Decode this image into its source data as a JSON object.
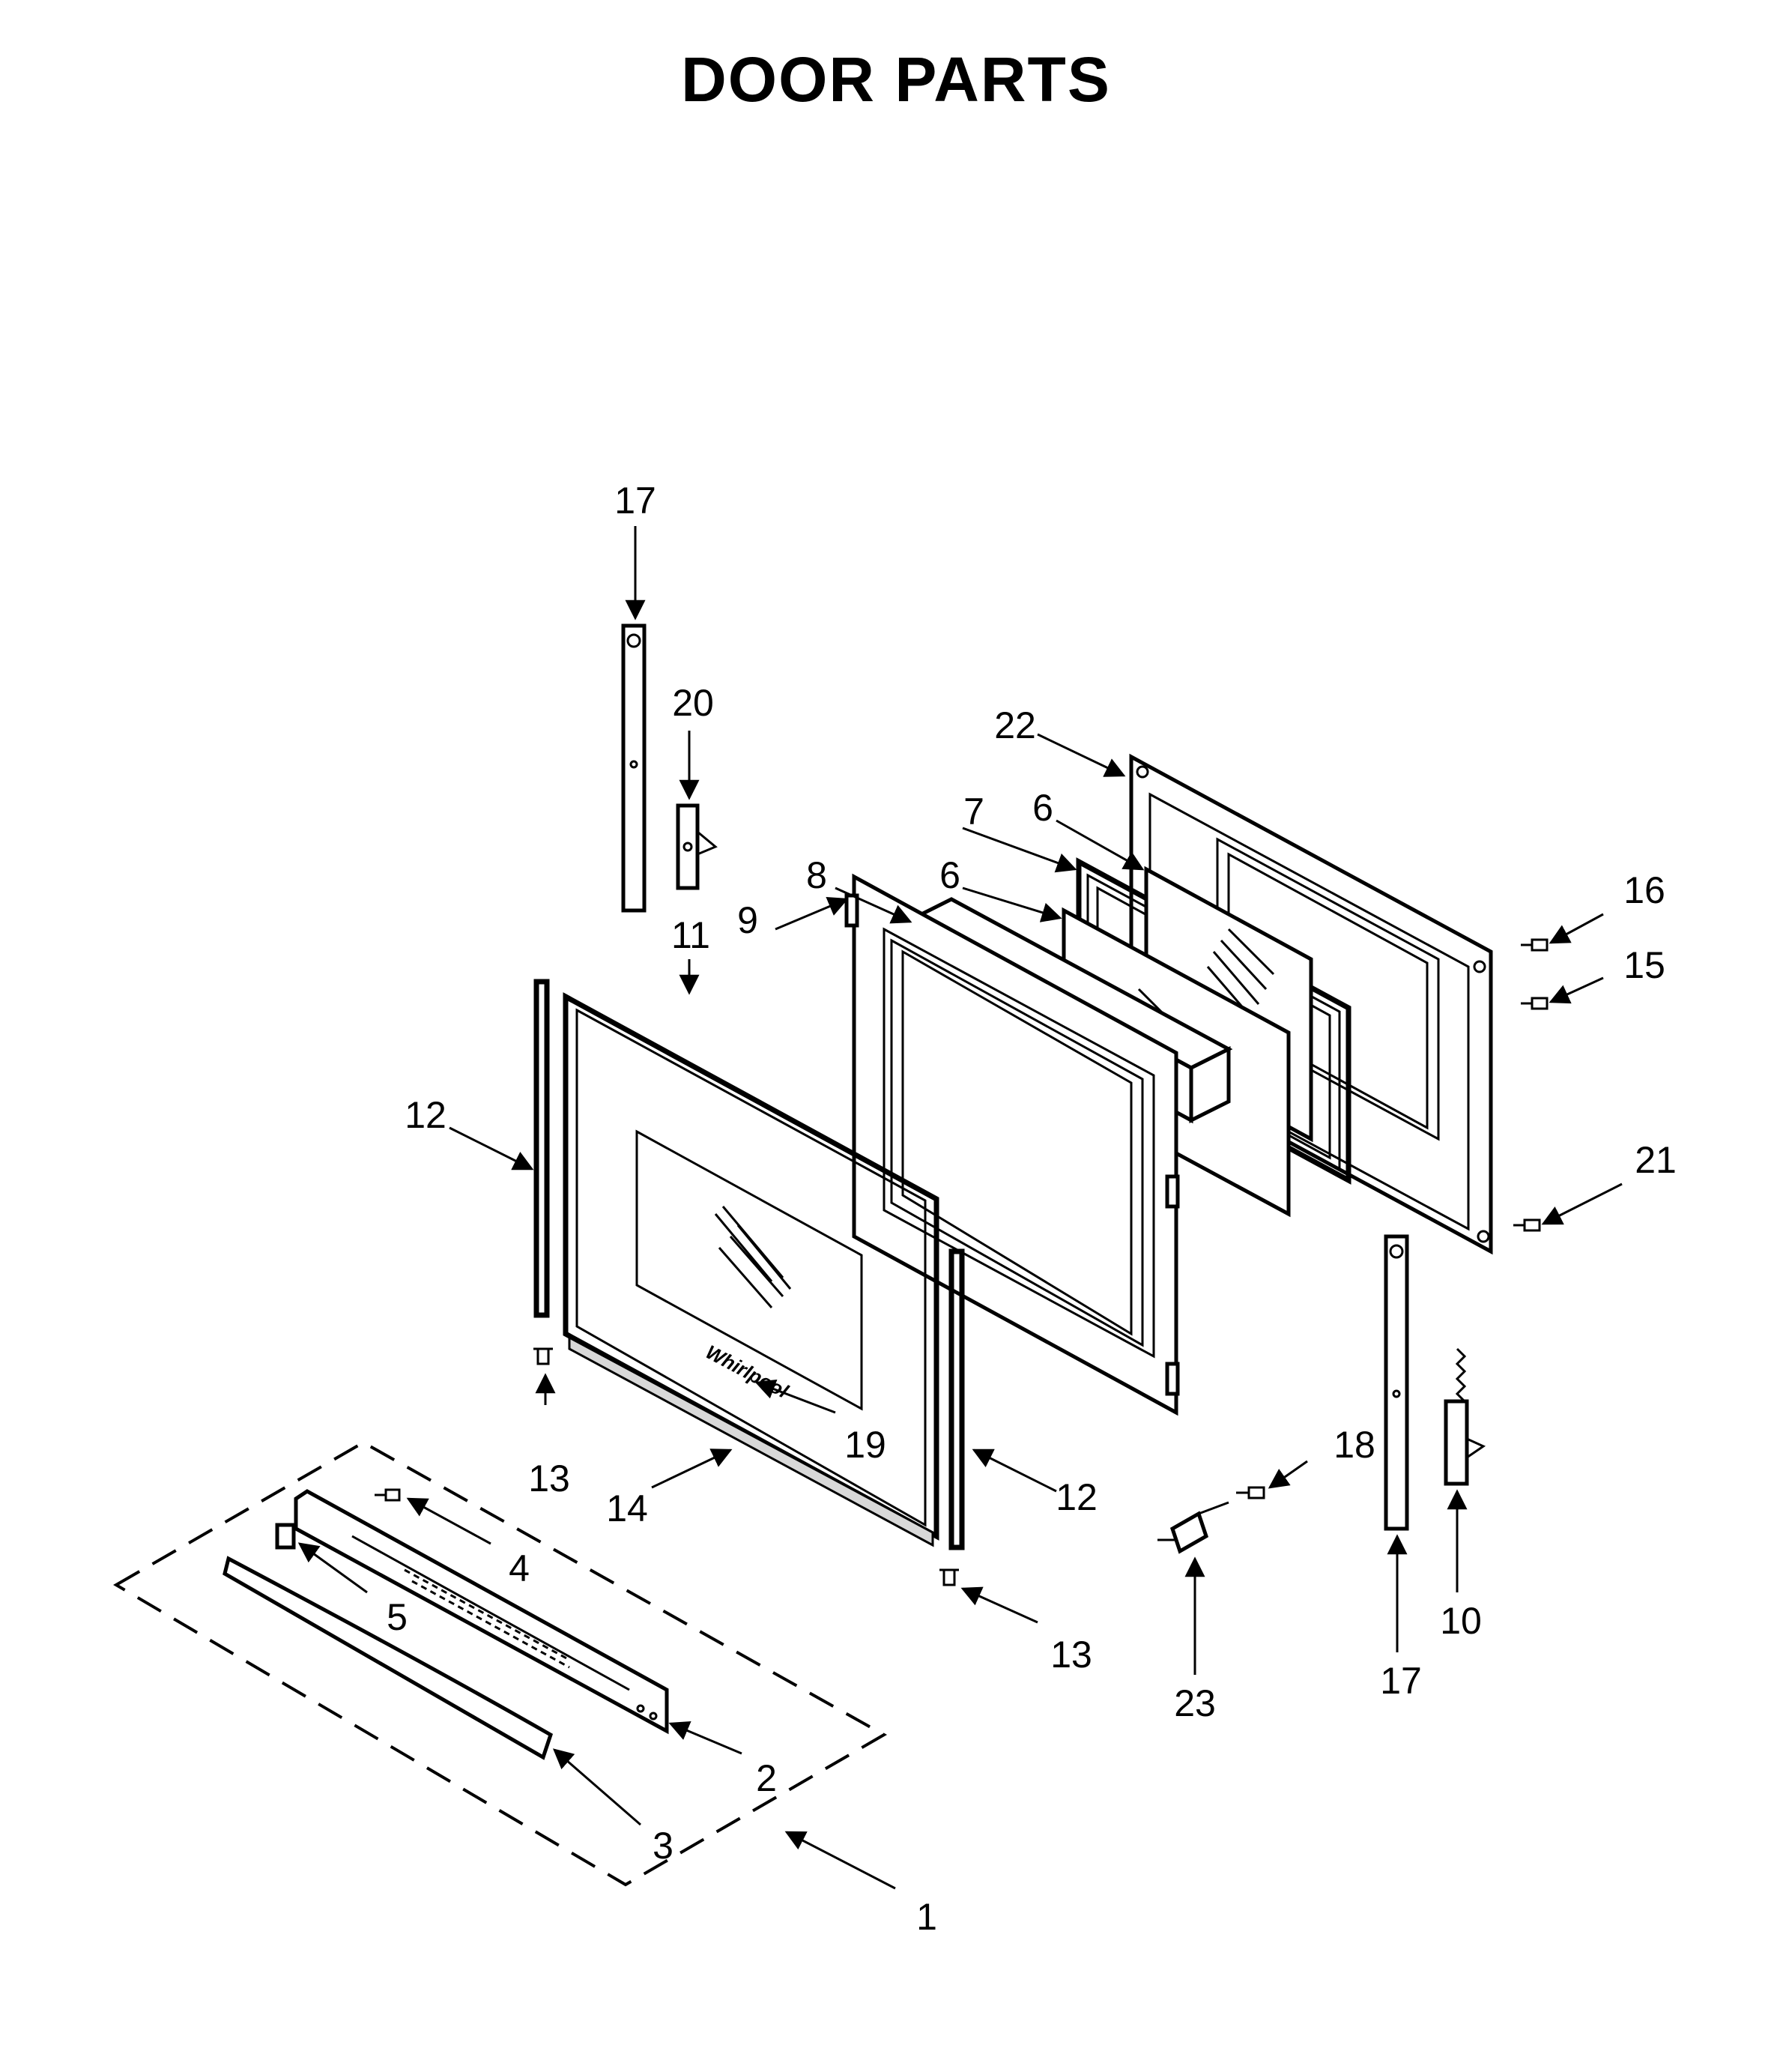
{
  "title": "DOOR PARTS",
  "brand_mark": "Whirlpool",
  "callouts": {
    "c1": "1",
    "c2": "2",
    "c3": "3",
    "c4": "4",
    "c5": "5",
    "c6a": "6",
    "c6b": "6",
    "c7": "7",
    "c8": "8",
    "c9": "9",
    "c10": "10",
    "c11": "11",
    "c12a": "12",
    "c12b": "12",
    "c13a": "13",
    "c13b": "13",
    "c14": "14",
    "c15": "15",
    "c16": "16",
    "c17a": "17",
    "c17b": "17",
    "c18": "18",
    "c19": "19",
    "c20": "20",
    "c21": "21",
    "c22": "22",
    "c23": "23"
  }
}
